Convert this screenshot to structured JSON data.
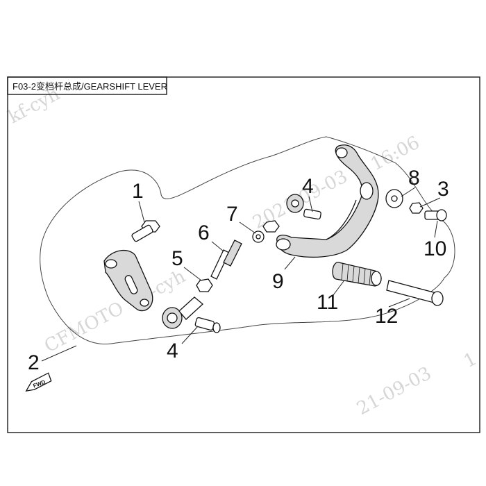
{
  "title": "F03-2变档杆总成/GEARSHIFT LEVER",
  "callouts": [
    {
      "id": "1",
      "label": "1"
    },
    {
      "id": "2",
      "label": "2"
    },
    {
      "id": "3",
      "label": "3"
    },
    {
      "id": "4a",
      "label": "4"
    },
    {
      "id": "4b",
      "label": "4"
    },
    {
      "id": "5",
      "label": "5"
    },
    {
      "id": "6",
      "label": "6"
    },
    {
      "id": "7",
      "label": "7"
    },
    {
      "id": "8",
      "label": "8"
    },
    {
      "id": "9",
      "label": "9"
    },
    {
      "id": "10",
      "label": "10"
    },
    {
      "id": "11",
      "label": "11"
    },
    {
      "id": "12",
      "label": "12"
    }
  ],
  "fwd_label": "FWD",
  "watermarks": {
    "brand": "CFMOTO",
    "user": "cf-cyh",
    "date_top": "2021-09-03",
    "time_top": "16:06",
    "date_bottom": "21-09-03",
    "user_top": "kf-cyh",
    "edge_bottom": "1"
  }
}
